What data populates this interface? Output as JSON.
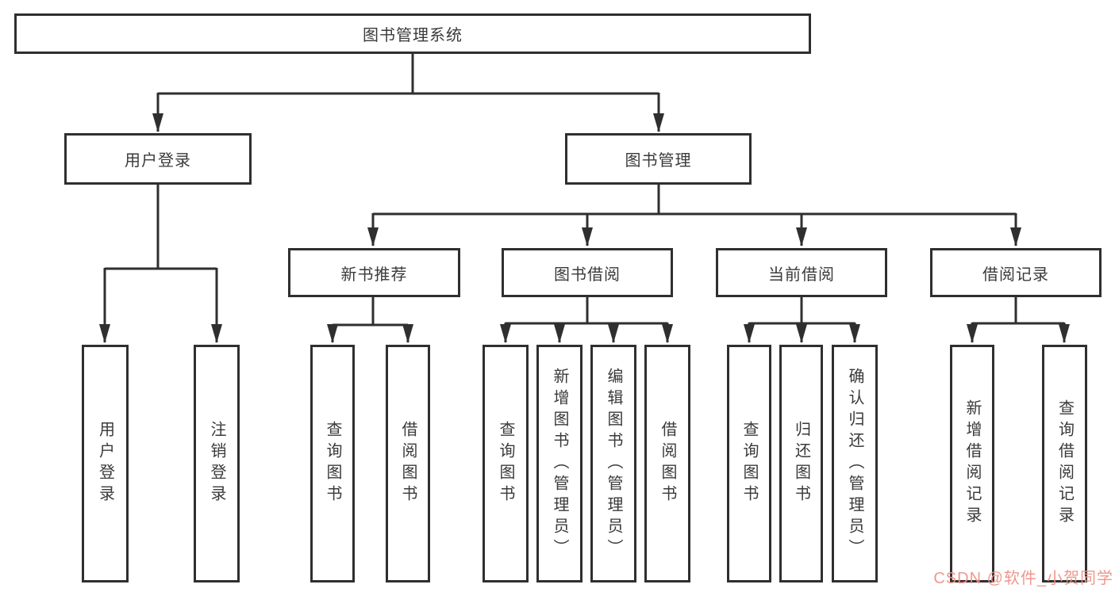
{
  "diagram": {
    "title": "图书管理系统",
    "colors": {
      "line": "#2f2f2f",
      "box_background": "#ffffff",
      "text": "#3a3a3a",
      "watermark": "#ef9287"
    },
    "nodes": {
      "root": {
        "label": "图书管理系统"
      },
      "level2": [
        {
          "label": "用户登录"
        },
        {
          "label": "图书管理"
        }
      ],
      "level3": [
        {
          "label": "新书推荐"
        },
        {
          "label": "图书借阅"
        },
        {
          "label": "当前借阅"
        },
        {
          "label": "借阅记录"
        }
      ],
      "leaves": {
        "user_login": [
          "用户登录",
          "注销登录"
        ],
        "new_books": [
          "查询图书",
          "借阅图书"
        ],
        "book_borrow": [
          "查询图书",
          "新增图书（管理员）",
          "编辑图书（管理员）",
          "借阅图书"
        ],
        "current_borrow": [
          "查询图书",
          "归还图书",
          "确认归还（管理员）"
        ],
        "borrow_records": [
          "新增借阅记录",
          "查询借阅记录"
        ]
      }
    },
    "watermark": "CSDN @软件_小贺同学"
  }
}
